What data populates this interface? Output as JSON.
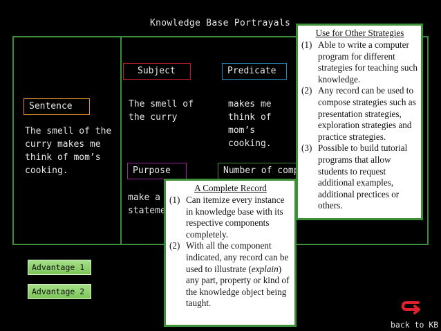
{
  "slide": {
    "title": "Knowledge Base Portrayals"
  },
  "record": {
    "sentence_label": "Sentence",
    "sentence_text": "The smell of the curry makes me think of mom’s cooking.",
    "subject_label": "Subject",
    "subject_text": "The smell of the curry",
    "predicate_label": "Predicate",
    "predicate_text": "makes me think of mom’s cooking.",
    "purpose_label": "Purpose",
    "purpose_text": "make a statement",
    "number_label": "Number of components"
  },
  "popup_strategies": {
    "heading": "Use for Other Strategies",
    "items": [
      {
        "num": "(1)",
        "text": "Able to write a computer program for different strategies for teaching such knowledge."
      },
      {
        "num": "(2)",
        "text": "Any record can be used to compose strategies such as presentation strategies, exploration strategies and practice strategies."
      },
      {
        "num": "(3)",
        "text": "Possible to build tutorial programs that allow students to request additional examples, additional prectices or others."
      }
    ]
  },
  "popup_record": {
    "heading": "A Complete Record",
    "item1_num": "(1)",
    "item1_text": "Can itemize every instance in knowledge base with its respective components completely.",
    "item2_num": "(2)",
    "item2_pre": "With all the component indicated, any record can be used to illustrate (",
    "item2_em": "explain",
    "item2_post": ") any part, property or kind of the knowledge object being taught."
  },
  "buttons": {
    "advantage1": "Advantage 1",
    "advantage2": "Advantage 2",
    "back": "back to KB"
  },
  "colors": {
    "panel_border": "#3e8f3a",
    "button_fill": "#8ed26a",
    "back_icon": "#e0202a",
    "sentence_border": "#e0902a",
    "subject_border": "#c0202a",
    "predicate_border": "#2a84b8",
    "purpose_border": "#9a2a9a"
  },
  "icons": {
    "back": "return-arrow-icon"
  }
}
